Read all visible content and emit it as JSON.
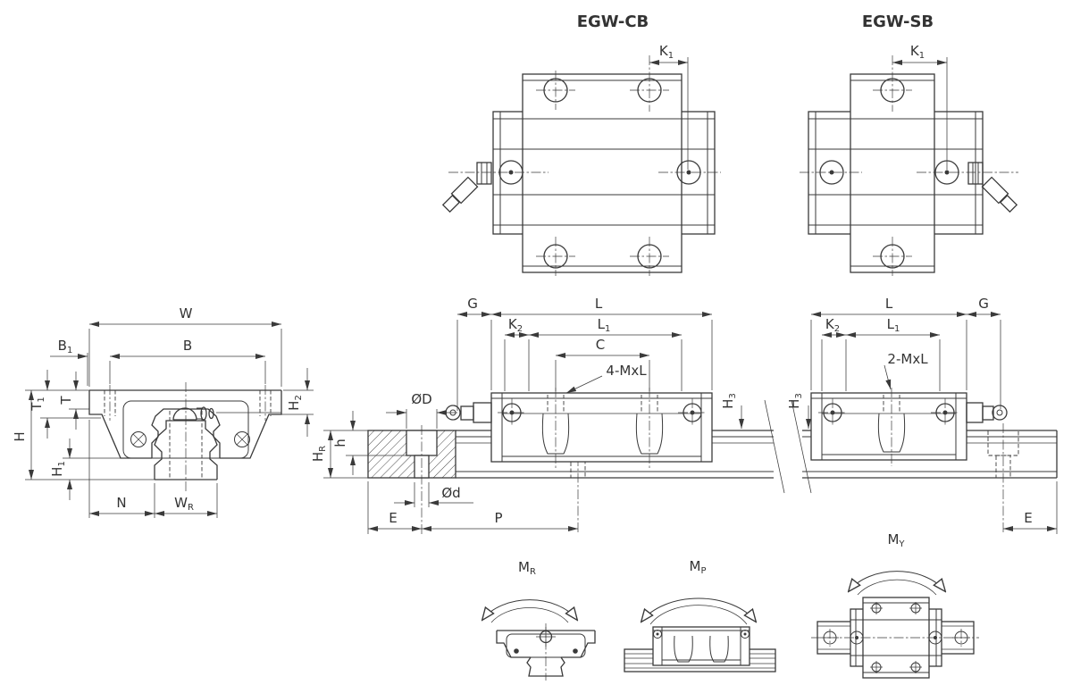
{
  "colors": {
    "accent": "#0a96d8",
    "line": "#3a3a3a"
  },
  "top_views": {
    "cb": {
      "title": "EGW-CB",
      "k1": {
        "base": "K",
        "sub": "1"
      }
    },
    "sb": {
      "title": "EGW-SB",
      "k1": {
        "base": "K",
        "sub": "1"
      }
    }
  },
  "cross_section_view": {
    "w": "W",
    "b": "B",
    "b1": {
      "base": "B",
      "sub": "1"
    },
    "t1": {
      "base": "T",
      "sub": "1"
    },
    "t": "T",
    "h": "H",
    "h1": {
      "base": "H",
      "sub": "1"
    },
    "h2": {
      "base": "H",
      "sub": "2"
    },
    "n": "N",
    "wr": {
      "base": "W",
      "sub": "R"
    }
  },
  "rail_section": {
    "od": "ØD",
    "od_small": "Ød",
    "hr": {
      "base": "H",
      "sub": "R"
    },
    "h": "h",
    "e": "E",
    "p": "P"
  },
  "side_view_cb": {
    "g": "G",
    "l": "L",
    "k2": {
      "base": "K",
      "sub": "2"
    },
    "l1": {
      "base": "L",
      "sub": "1"
    },
    "c": "C",
    "thread": "4-MxL",
    "h3": {
      "base": "H",
      "sub": "3"
    }
  },
  "side_view_sb": {
    "l": "L",
    "g": "G",
    "k2": {
      "base": "K",
      "sub": "2"
    },
    "l1": {
      "base": "L",
      "sub": "1"
    },
    "thread": "2-MxL",
    "h3": {
      "base": "H",
      "sub": "3"
    },
    "e": "E"
  },
  "moment_diagrams": {
    "mr": {
      "base": "M",
      "sub": "R"
    },
    "mp": {
      "base": "M",
      "sub": "P"
    },
    "my": {
      "base": "M",
      "sub": "Y"
    }
  }
}
